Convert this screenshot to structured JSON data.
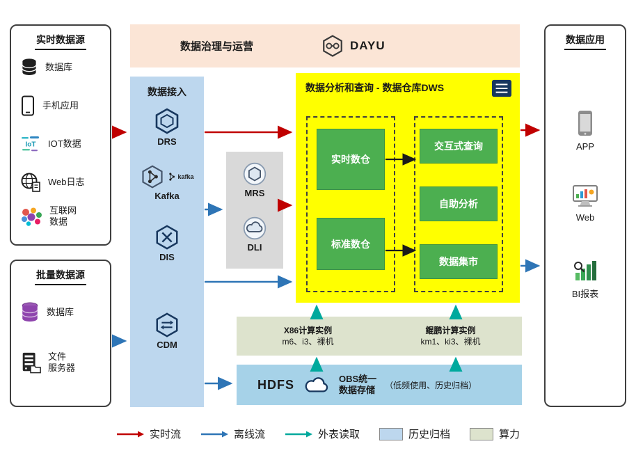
{
  "banner": {
    "title": "数据治理与运营",
    "logo_text": "DAYU"
  },
  "realtime_sources": {
    "title": "实时数据源",
    "items": [
      {
        "label": "数据库",
        "icon": "database-icon"
      },
      {
        "label": "手机应用",
        "icon": "phone-icon"
      },
      {
        "label": "IOT数据",
        "icon": "iot-icon"
      },
      {
        "label": "Web日志",
        "icon": "web-log-icon"
      },
      {
        "label": "互联网\n数据",
        "icon": "internet-data-icon"
      }
    ]
  },
  "batch_sources": {
    "title": "批量数据源",
    "items": [
      {
        "label": "数据库",
        "icon": "batch-database-icon"
      },
      {
        "label": "文件\n服务器",
        "icon": "file-server-icon"
      }
    ]
  },
  "ingestion": {
    "title": "数据接入",
    "items": [
      {
        "label": "DRS",
        "icon": "drs-icon"
      },
      {
        "label": "Kafka",
        "icon": "kafka-icon",
        "logo_text": "kafka"
      },
      {
        "label": "DIS",
        "icon": "dis-icon"
      },
      {
        "label": "CDM",
        "icon": "cdm-icon"
      }
    ]
  },
  "processing": {
    "items": [
      {
        "label": "MRS",
        "icon": "mrs-icon"
      },
      {
        "label": "DLI",
        "icon": "dli-icon"
      }
    ]
  },
  "dws": {
    "title": "数据分析和查询 - 数据仓库DWS",
    "left_nodes": [
      "实时数仓",
      "标准数仓"
    ],
    "right_nodes": [
      "交互式查询",
      "自助分析",
      "数据集市"
    ]
  },
  "compute": {
    "groups": [
      {
        "title": "X86计算实例",
        "sub": "m6、i3、裸机"
      },
      {
        "title": "鲲鹏计算实例",
        "sub": "km1、ki3、裸机"
      }
    ]
  },
  "storage": {
    "hdfs": "HDFS",
    "obs": "OBS统一\n数据存储",
    "note": "（低频使用、历史归档）",
    "icon": "cloud-icon"
  },
  "apps": {
    "title": "数据应用",
    "items": [
      {
        "label": "APP",
        "icon": "app-icon"
      },
      {
        "label": "Web",
        "icon": "web-monitor-icon"
      },
      {
        "label": "BI报表",
        "icon": "bi-chart-icon"
      }
    ]
  },
  "legend": {
    "items": [
      {
        "label": "实时流",
        "type": "arrow",
        "color": "#c00000"
      },
      {
        "label": "离线流",
        "type": "arrow",
        "color": "#2e75b6"
      },
      {
        "label": "外表读取",
        "type": "arrow",
        "color": "#00a99d"
      },
      {
        "label": "历史归档",
        "type": "swatch",
        "color": "#bdd7ee"
      },
      {
        "label": "算力",
        "type": "swatch",
        "color": "#dde3cd"
      }
    ]
  }
}
